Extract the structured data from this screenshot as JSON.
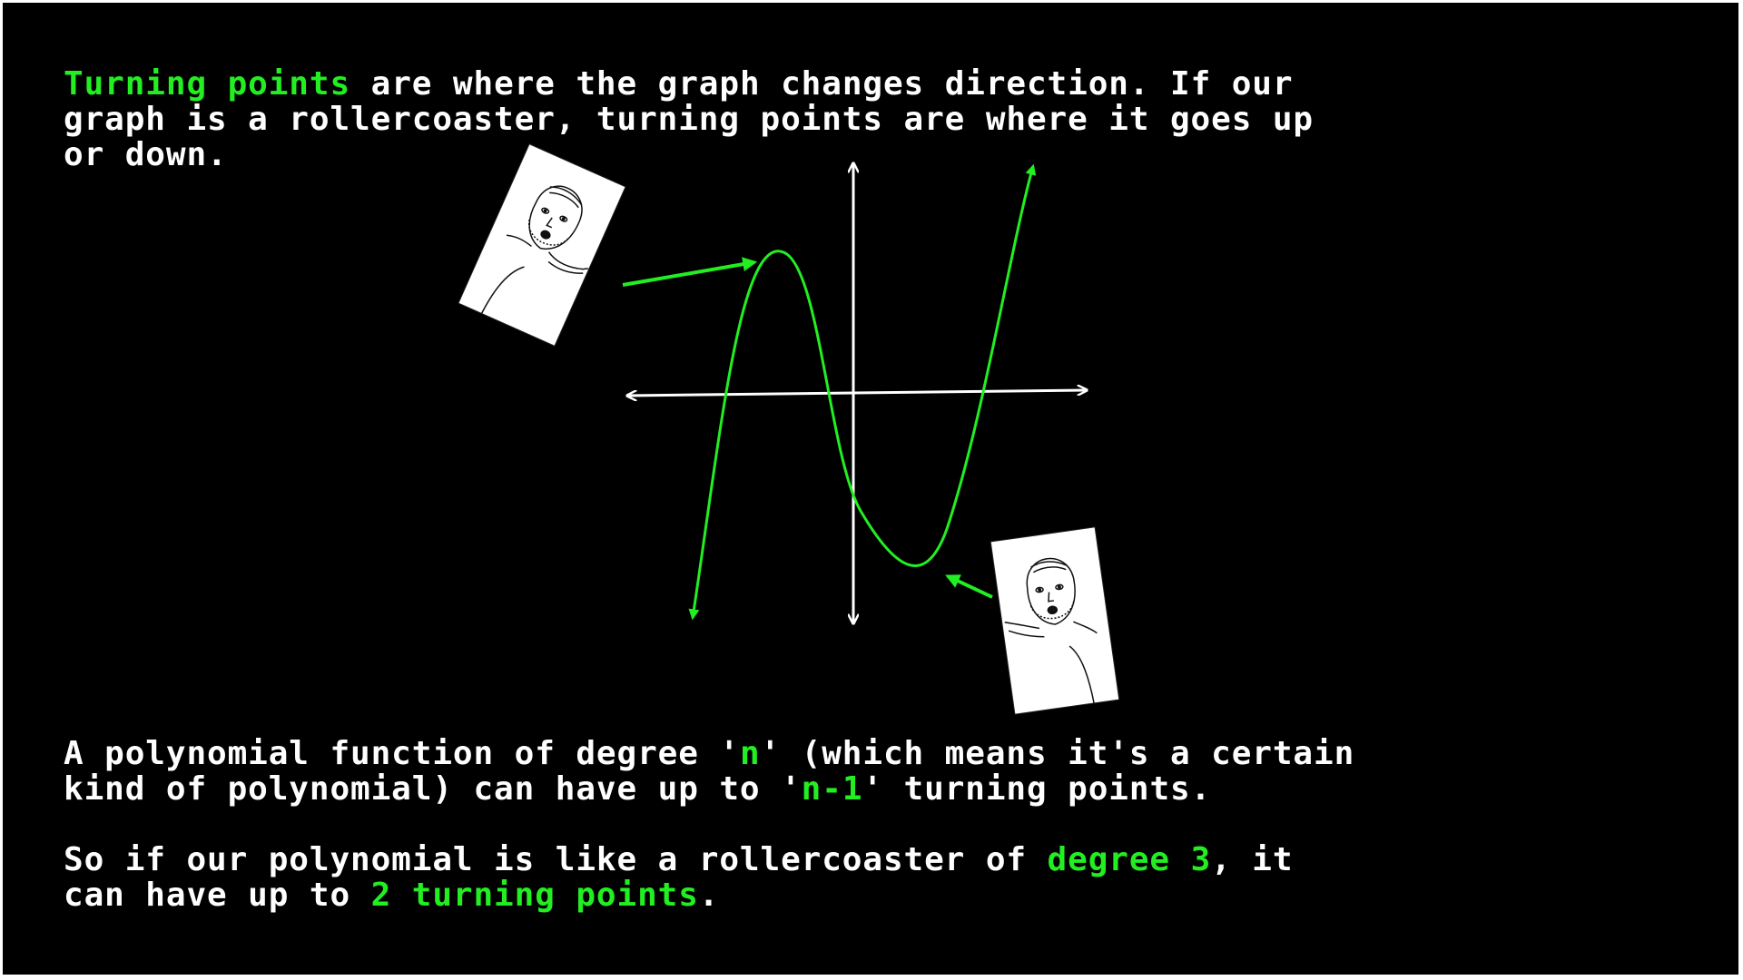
{
  "colors": {
    "background": "#000000",
    "text": "#ffffff",
    "highlight": "#22ee22",
    "axes": "#ffffff",
    "curve": "#22ee22"
  },
  "intro": {
    "line1_highlight": "Turning points",
    "line1_rest": " are where the graph changes direction. If our",
    "line2": "graph is a rollercoaster, turning points are where it goes up",
    "line3": "or down."
  },
  "rule": {
    "line1_a": "A polynomial function of degree '",
    "line1_n": "n",
    "line1_b": "' (which means it's a certain",
    "line2_a": "kind of polynomial) can have up to '",
    "line2_n1": "n-1",
    "line2_b": "' turning points."
  },
  "example": {
    "line1_a": "So if our polynomial is like a rollercoaster of ",
    "line1_degree": "degree 3",
    "line1_b": ", it",
    "line2_a": "can have up to ",
    "line2_count": "2 turning points",
    "line2_b": "."
  },
  "figure": {
    "curve": "cubic",
    "turning_points": [
      "local-maximum",
      "local-minimum"
    ],
    "pointer_characters": [
      "bearded-man-pointing-at-maximum",
      "bearded-man-pointing-at-minimum"
    ]
  }
}
